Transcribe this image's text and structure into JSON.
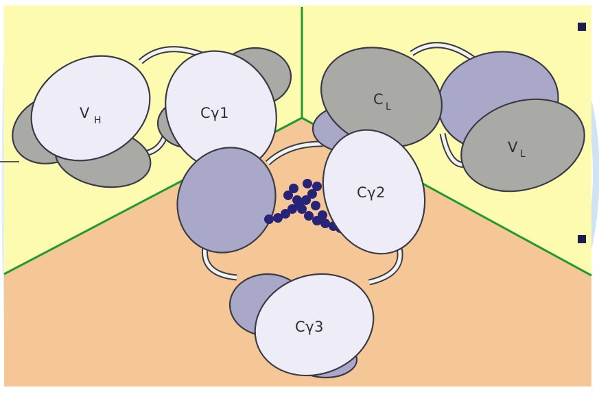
{
  "diagram": {
    "labels": {
      "vh_main": "V",
      "vh_sub": "H",
      "cg1": "Cγ1",
      "cl_main": "C",
      "cl_sub": "L",
      "vl_main": "V",
      "vl_sub": "L",
      "cg2": "Cγ2",
      "cg3": "Cγ3"
    },
    "colors": {
      "yellow_wall": "#fdfbb0",
      "floor": "#f6c796",
      "green_line": "#1f9a2e",
      "gray_domain": "#a9aaa6",
      "lavender_domain": "#aaa8c8",
      "light_domain": "#eeedf7",
      "glycan": "#262378",
      "page_bg": "#ffffff",
      "watermark_blue": "#cfe4f3"
    }
  }
}
